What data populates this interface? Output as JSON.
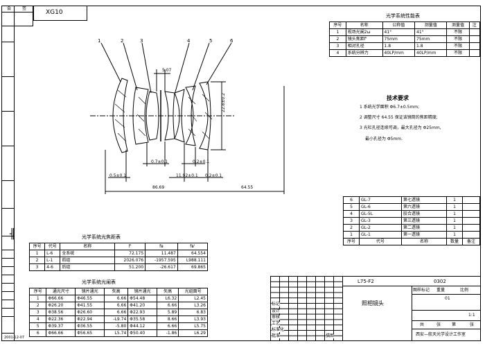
{
  "drawing_code": "XG10",
  "left_strip": {
    "corner_labels": [
      "会",
      "签"
    ],
    "date": "2001-12-07"
  },
  "perf_table": {
    "title": "光学系统性能表",
    "headers": [
      "序号",
      "名称",
      "公称值",
      "测量值",
      "测量值",
      "注"
    ],
    "rows": [
      [
        "1",
        "视场光阑2ω",
        "41°",
        "41°",
        "不限",
        ""
      ],
      [
        "2",
        "镜头焦距f'",
        "75mm",
        "75mm",
        "不限",
        ""
      ],
      [
        "3",
        "相对孔径",
        "1.8",
        "1.8",
        "不限",
        ""
      ],
      [
        "4",
        "系统分辨力",
        "40LP/mm",
        "40LP/mm",
        "不限",
        ""
      ]
    ]
  },
  "lens_drawing": {
    "labels": [
      "1",
      "2",
      "3",
      "4",
      "5",
      "6"
    ],
    "dimensions": {
      "d_top": "5.07",
      "d_height": "22.8±0.2",
      "d_mid": "0.7±0.1",
      "d_r1": "0.2±0.1",
      "d_left": "0.5±0.1",
      "d_r2": "11.92±0.1",
      "d_r3": "0.2±0.1",
      "d_total": "86.69",
      "d_back": "64.55"
    }
  },
  "tech_req": {
    "title": "技术要求",
    "items": [
      "1 系统光学面积 Φ6.7±0.5mm;",
      "2 调整尺寸 64.55 保证该镜筒的焦距精度;",
      "3 光栏孔径连续可调，最大孔径为 Φ25mm,",
      "最小孔径为 Φ5mm."
    ]
  },
  "parts_table": {
    "rows": [
      [
        "6",
        "GL-7",
        "",
        "第七透镜",
        "",
        "1"
      ],
      [
        "5",
        "GL-6",
        "",
        "第六透镜",
        "",
        "1"
      ],
      [
        "4",
        "GL-5L",
        "",
        "胶合透镜",
        "",
        "1"
      ],
      [
        "3",
        "GL-3",
        "",
        "第三透镜",
        "",
        "1"
      ],
      [
        "2",
        "GL-2",
        "",
        "第二透镜",
        "",
        "1"
      ],
      [
        "1",
        "GL-1",
        "",
        "第一透镜",
        "",
        "1"
      ]
    ],
    "headers": [
      "序号",
      "代号",
      "",
      "名称",
      "",
      "数量",
      "备注"
    ]
  },
  "optics_table": {
    "title": "光学系统光焦距表",
    "headers": [
      "序号",
      "代号",
      "名称",
      "f'",
      "fв",
      "fв'"
    ],
    "rows": [
      [
        "1",
        "L-6",
        "全系统",
        "72.175",
        "11.487",
        "64.554"
      ],
      [
        "2",
        "L-1",
        "前组",
        "2026.076",
        "-1957.595",
        "L988.111"
      ],
      [
        "3",
        "4-6",
        "后组",
        "51.200",
        "-26.617",
        "69.865"
      ]
    ]
  },
  "aper_table": {
    "title": "光学系统光阑表",
    "headers": [
      "序号",
      "通光尺寸",
      "镜片通光",
      "矢高",
      "镜片通光",
      "矢高",
      "光组面号"
    ],
    "rows": [
      [
        "1",
        "Φ66.66",
        "Φ46.55",
        "6.66",
        "Φ54.48",
        "L6.32",
        "L2.45"
      ],
      [
        "2",
        "Φ26.20",
        "Φ41.55",
        "6.66",
        "Φ41.20",
        "6.66",
        "L3.26"
      ],
      [
        "3",
        "Φ38.56",
        "Φ26.60",
        "6.66",
        "Φ22.93",
        "5.89",
        "6.83"
      ],
      [
        "4",
        "Φ22.36",
        "Φ22.94",
        "-L9.74",
        "Φ35.58",
        "8.66",
        "L3.93"
      ],
      [
        "5",
        "Φ39.37",
        "Φ36.55",
        "-5.80",
        "Φ44.12",
        "6.66",
        "L5.75"
      ],
      [
        "6",
        "Φ66.66",
        "Φ56.65",
        "L5.74",
        "Φ50.40",
        "-1.86",
        "L6.29"
      ]
    ]
  },
  "title_block": {
    "drawing_no": "L75-F2",
    "sheet_code": "0302",
    "name": "照相镜头",
    "scale": "1:1",
    "label_marks": "图样标记",
    "label_weight": "重量",
    "label_scale": "比例",
    "weight_val": "01",
    "label_total": "共",
    "label_sheet": "张",
    "label_page": "第",
    "page_word": "张",
    "company": "西安—航天光学设计工作室",
    "left_labels": [
      "标记",
      "设计",
      "审核",
      "工艺",
      "标准化",
      "批准"
    ],
    "mid_label": "描图"
  }
}
